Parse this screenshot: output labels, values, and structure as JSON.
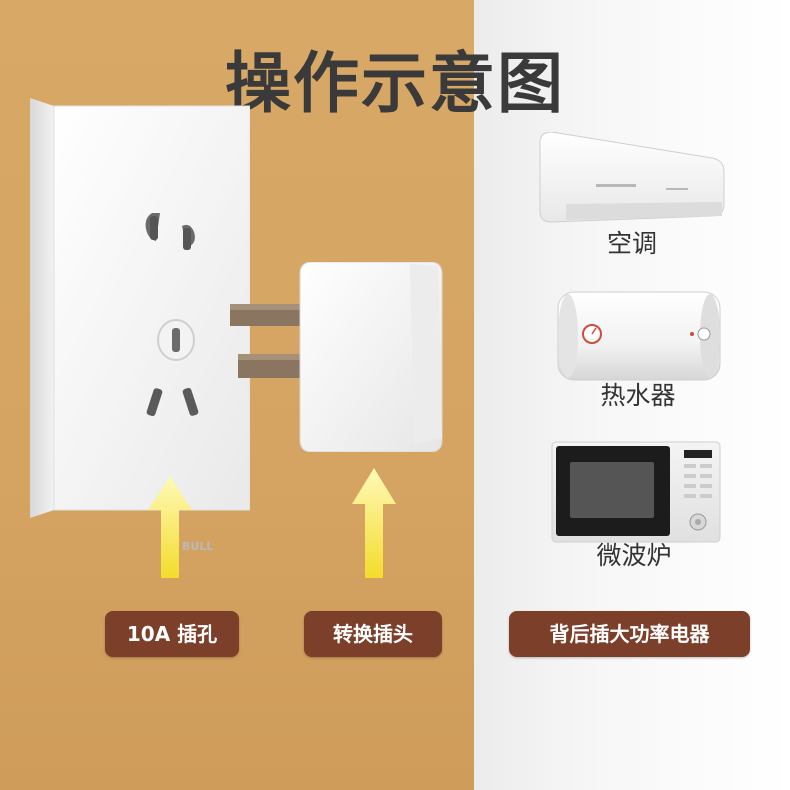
{
  "title": "操作示意图",
  "socket": {
    "brand": "BULL"
  },
  "labels": {
    "socket_hole": "10A 插孔",
    "adapter_plug": "转换插头",
    "appliances": "背后插大功率电器"
  },
  "appliances": [
    {
      "name": "空调",
      "icon": "air-conditioner-icon"
    },
    {
      "name": "热水器",
      "icon": "water-heater-icon"
    },
    {
      "name": "微波炉",
      "icon": "microwave-icon"
    }
  ],
  "colors": {
    "wall_left": "#d7a866",
    "wall_right": "#f4f4f4",
    "label_bg": "#7b3f2a",
    "arrow": "#f7e247",
    "title": "#3a3a3a"
  }
}
